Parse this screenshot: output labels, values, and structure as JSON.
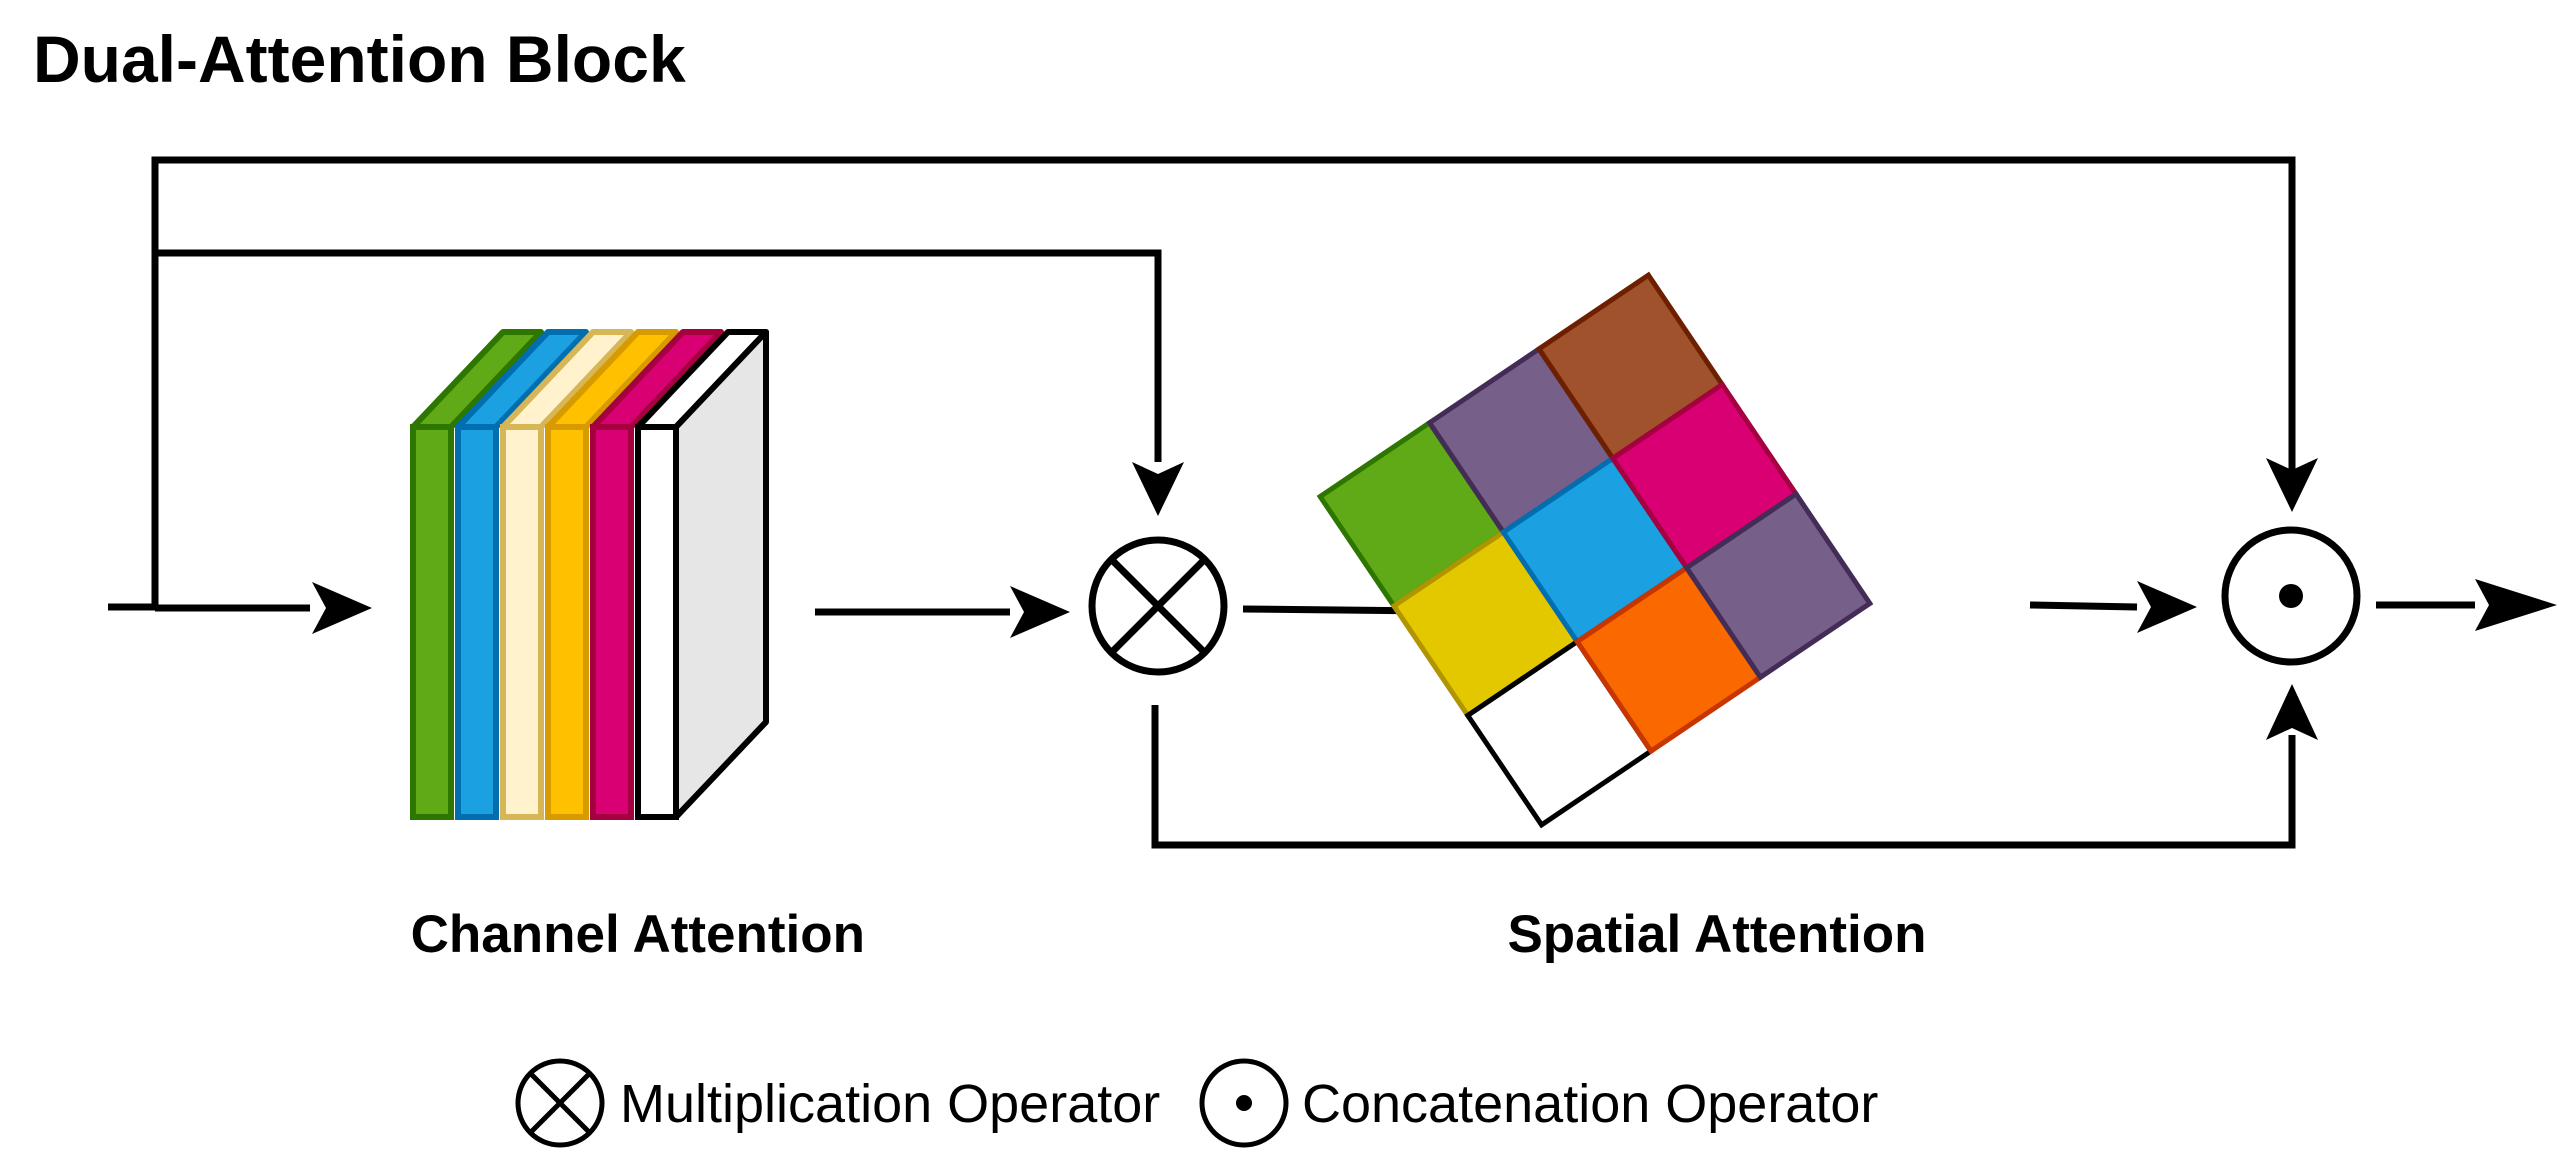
{
  "title": "Dual-Attention Block",
  "modules": {
    "channel_attention": {
      "label": "Channel Attention",
      "layer_colors": [
        {
          "fill": "#60a917",
          "stroke": "#2d7600"
        },
        {
          "fill": "#1ba1e2",
          "stroke": "#006eaf"
        },
        {
          "fill": "#fff2cc",
          "stroke": "#d6b656"
        },
        {
          "fill": "#ffc000",
          "stroke": "#d79b00"
        },
        {
          "fill": "#d80073",
          "stroke": "#a50040"
        },
        {
          "fill": "#ffffff",
          "stroke": "#000000"
        }
      ],
      "front_face_color": "#e6e6e6"
    },
    "spatial_attention": {
      "label": "Spatial Attention",
      "grid_cells": [
        [
          "#60a917",
          "#76608a",
          "#a0522d"
        ],
        [
          "#e3c800",
          "#1ba1e2",
          "#d80073"
        ],
        [
          "#ffffff",
          "#fa6800",
          "#76608a"
        ]
      ],
      "grid_cell_borders": [
        [
          "#2d7600",
          "#432d57",
          "#6d1f00"
        ],
        [
          "#b09500",
          "#006eaf",
          "#a50040"
        ],
        [
          "#000000",
          "#c73500",
          "#432d57"
        ]
      ]
    }
  },
  "operators": {
    "multiplication": {
      "symbol": "otimes",
      "legend_label": "Multiplication Operator"
    },
    "concatenation": {
      "symbol": "odot",
      "legend_label": "Concatenation Operator"
    }
  },
  "line_color": "#000000"
}
